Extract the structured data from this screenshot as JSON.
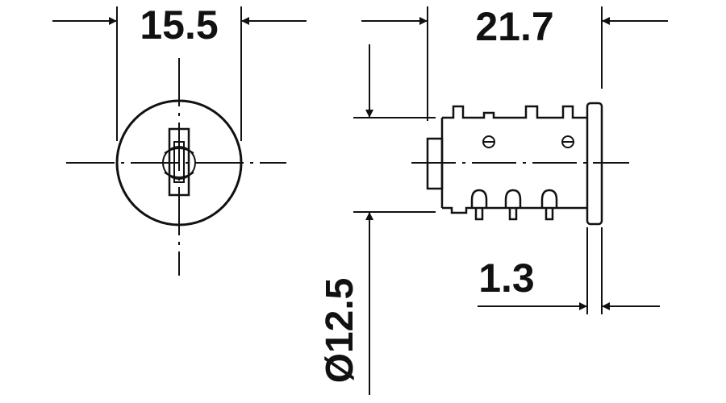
{
  "dimensions": {
    "width_front": "15.5",
    "length_side": "21.7",
    "flange": "1.3",
    "diameter": "Ø12.5"
  },
  "colors": {
    "ink": "#111111",
    "background": "#ffffff"
  }
}
